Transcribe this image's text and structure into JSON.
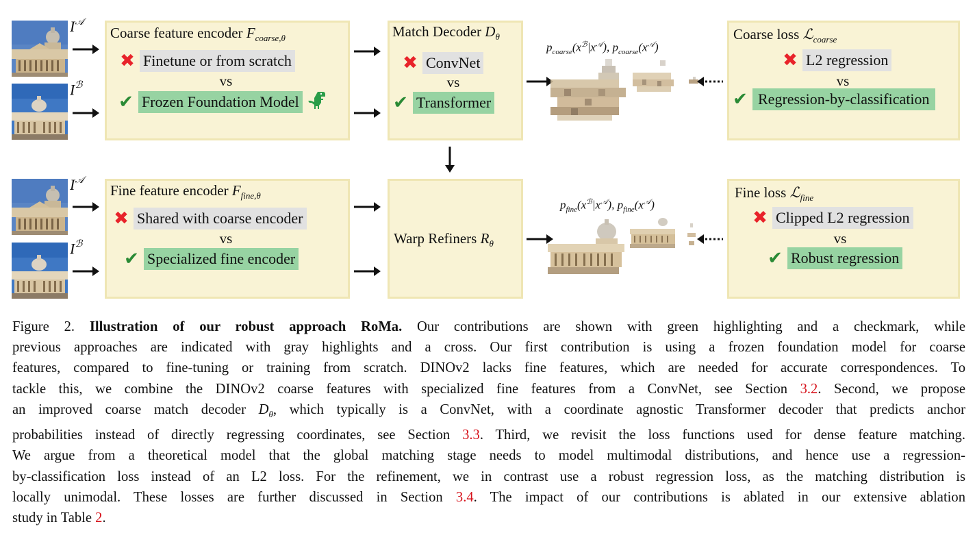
{
  "images": {
    "label_A": "I",
    "sup_A": "𝒜",
    "label_B": "I",
    "sup_B": "ℬ"
  },
  "coarse_encoder": {
    "title": "Coarse feature encoder ",
    "symbol": "F",
    "subscript": "coarse,θ",
    "previous": "Finetune or from scratch",
    "vs": "vs",
    "ours": "Frozen Foundation Model"
  },
  "match_decoder": {
    "title": "Match Decoder ",
    "symbol": "D",
    "subscript": "θ",
    "previous": "ConvNet",
    "vs": "vs",
    "ours": "Transformer"
  },
  "coarse_dist": {
    "p": "p",
    "sub": "coarse",
    "arg1": "(x",
    "arg1_sup": "ℬ",
    "arg1_mid": "|x",
    "arg1_sup2": "𝒜",
    "arg1_end": "), ",
    "p2": "p",
    "sub2": "coarse",
    "arg2": "(x",
    "arg2_sup": "𝒜",
    "arg2_end": ")"
  },
  "coarse_loss": {
    "title": "Coarse loss ",
    "symbol": "ℒ",
    "subscript": "coarse",
    "previous": "L2 regression",
    "vs": "vs",
    "ours": "Regression-by-classification"
  },
  "fine_encoder": {
    "title": "Fine feature encoder ",
    "symbol": "F",
    "subscript": "fine,θ",
    "previous": "Shared with coarse encoder",
    "vs": "vs",
    "ours": "Specialized fine encoder"
  },
  "warp_refiners": {
    "title": "Warp Refiners ",
    "symbol": "R",
    "subscript": "θ"
  },
  "fine_dist": {
    "p": "p",
    "sub": "fine",
    "arg1": "(x",
    "arg1_sup": "ℬ",
    "arg1_mid": "|x",
    "arg1_sup2": "𝒜",
    "arg1_end": "), ",
    "p2": "p",
    "sub2": "fine",
    "arg2": "(x",
    "arg2_sup": "𝒜",
    "arg2_end": ")"
  },
  "fine_loss": {
    "title": "Fine loss ",
    "symbol": "ℒ",
    "subscript": "fine",
    "previous": "Clipped L2 regression",
    "vs": "vs",
    "ours": "Robust regression"
  },
  "caption": {
    "l1_a": "Figure 2.  ",
    "l1_bold": "Illustration of our robust approach RoMa.",
    "l1_b": "  Our contributions are shown with green highlighting and a checkmark, while",
    "l2": "previous approaches are indicated with gray highlights and a cross.  Our first contribution is using a frozen foundation model for coarse",
    "l3": "features, compared to fine-tuning or training from scratch. DINOv2 lacks fine features, which are needed for accurate correspondences. To",
    "l4_a": "tackle this, we combine the DINOv2 coarse features with specialized fine features from a ConvNet, see Section ",
    "l4_ref": "3.2",
    "l4_b": ". Second, we propose",
    "l5_a": "an improved coarse match decoder ",
    "l5_sym": "D",
    "l5_sub": "θ",
    "l5_b": ", which typically is a ConvNet, with a coordinate agnostic Transformer decoder that predicts anchor",
    "l6_a": "probabilities instead of directly regressing coordinates, see Section ",
    "l6_ref": "3.3",
    "l6_b": ". Third, we revisit the loss functions used for dense feature matching.",
    "l7": "We argue from a theoretical model that the global matching stage needs to model multimodal distributions, and hence use a regression-",
    "l8": "by-classification loss instead of an L2 loss. For the refinement, we in contrast use a robust regression loss, as the matching distribution is",
    "l9_a": "locally unimodal.  These losses are further discussed in Section ",
    "l9_ref": "3.4",
    "l9_b": ".  The impact of our contributions is ablated in our extensive ablation",
    "l10_a": "study in Table ",
    "l10_ref": "2",
    "l10_b": "."
  },
  "colors": {
    "box_fill": "#f9f3d5",
    "box_border": "#efe6b4",
    "gray_highlight": "#e1e1e1",
    "green_highlight": "#97d3a2",
    "cross": "#e8232a",
    "check": "#2a8a35",
    "reference": "#d6111a"
  }
}
